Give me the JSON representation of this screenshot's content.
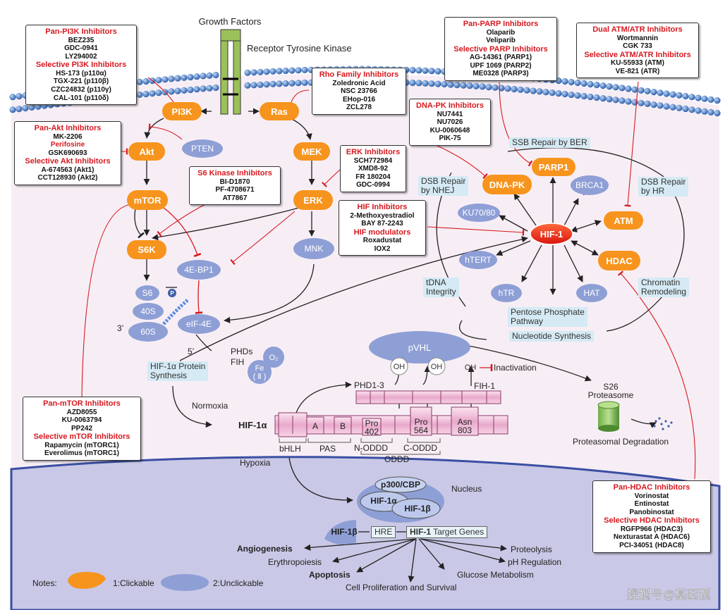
{
  "top": {
    "growth_factors": "Growth Factors",
    "receptor": "Receptor Tyrosine Kinase"
  },
  "nodes": {
    "pi3k": "PI3K",
    "ras": "Ras",
    "akt": "Akt",
    "mek": "MEK",
    "mtor": "mTOR",
    "erk": "ERK",
    "s6k": "S6K",
    "pten": "PTEN",
    "ebp": "4E-BP1",
    "mnk": "MNK",
    "s6": "S6",
    "p": "P",
    "s40": "40S",
    "s60": "60S",
    "eif4e": "eIF-4E",
    "dnapk": "DNA-PK",
    "parp1": "PARP1",
    "brca1": "BRCA1",
    "ku": "KU70/80",
    "hif1": "HIF-1",
    "atm": "ATM",
    "hdac": "HDAC",
    "htert": "hTERT",
    "htr": "hTR",
    "hat": "HAT",
    "pvhl": "pVHL",
    "oh": "OH",
    "o2": "O₂",
    "fe": "Fe\n( Ⅱ )",
    "p300": "p300/CBP",
    "hif1a": "HIF-1α",
    "hif1b": "HIF-1β"
  },
  "labels": {
    "ssb": "SSB Repair by BER",
    "dsb_nhej": "DSB Repair\nby NHEJ",
    "dsb_hr": "DSB Repair\nby HR",
    "tdna": "tDNA\nIntegrity",
    "chromatin": "Chromatin\nRemodeling",
    "pentose": "Pentose Phosphate\nPathway",
    "nucleotide": "Nucleotide Synthesis",
    "hif_protein": "HIF-1α Protein\nSynthesis",
    "hre": "HRE",
    "target_bold": "HIF-1",
    "target_rest": " Target Genes"
  },
  "text": {
    "three": "3’",
    "five": "5’",
    "phds": "PHDs\nFIH",
    "normoxia": "Normoxia",
    "hypoxia": "Hypoxia",
    "hif1a_main": "HIF-1α",
    "phd13": "PHD1-3",
    "fih1": "FIH-1",
    "inactivation": "Inactivation",
    "s26": "S26\nProteasome",
    "proteasomal": "Proteasomal Degradation",
    "nucleus": "Nucleus",
    "bhlh": "bHLH",
    "pas": "PAS",
    "noddd": "N-ODDD",
    "coddd": "C-ODDD",
    "oddd": "ODDD",
    "dom_a": "A",
    "dom_b": "B",
    "pro402": "Pro\n402",
    "pro564": "Pro\n564",
    "asn803": "Asn\n803",
    "angiogenesis": "Angiogenesis",
    "erythropoiesis": "Erythropoiesis",
    "apoptosis": "Apoptosis",
    "cell_prolif": "Cell Proliferation and Survival",
    "glucose": "Glucose Metabolism",
    "ph": "pH Regulation",
    "proteolysis": "Proteolysis",
    "notes": "Notes:",
    "clickable": "1:Clickable",
    "unclickable": "2:Unclickable",
    "watermark": "搜狐号@基因狐"
  },
  "inhibitors": {
    "pi3k": {
      "title": "Pan-PI3K Inhibitors",
      "items": [
        "BEZ235",
        "GDC-0941",
        "LY294002"
      ],
      "title2": "Selective PI3K Inhibitors",
      "items2": [
        "HS-173 (p110α)",
        "TGX-221 (p110β)",
        "CZC24832 (p110γ)",
        "CAL-101 (p110δ)"
      ]
    },
    "rho": {
      "title": "Rho Family Inhibitors",
      "items": [
        "Zoledronic Acid",
        "NSC 23766",
        "EHop-016",
        "ZCL278"
      ]
    },
    "akt": {
      "title": "Pan-Akt Inhibitors",
      "items": [
        "MK-2206"
      ],
      "red_item": "Perifosine",
      "items_b": [
        "GSK690693"
      ],
      "title2": "Selective Akt Inhibitors",
      "items2": [
        "A-674563 (Akt1)",
        "CCT128930 (Akt2)"
      ]
    },
    "s6k": {
      "title": "S6 Kinase Inhibitors",
      "items": [
        "BI-D1870",
        "PF-4708671",
        "AT7867"
      ]
    },
    "erk": {
      "title": "ERK Inhibitors",
      "items": [
        "SCH772984",
        "XMD8-92",
        "FR 180204",
        "GDC-0994"
      ]
    },
    "hif": {
      "title": "HIF Inhibitors",
      "items": [
        "2-Methoxyestradiol",
        "BAY 87-2243"
      ],
      "title2": "HIF modulators",
      "items2": [
        "Roxadustat",
        "IOX2"
      ]
    },
    "dnapk": {
      "title": "DNA-PK Inhibitors",
      "items": [
        "NU7441",
        "NU7026",
        "KU-0060648",
        "PIK-75"
      ]
    },
    "parp": {
      "title": "Pan-PARP Inhibitors",
      "items": [
        "Olaparib",
        "Veliparib"
      ],
      "title2": "Selective PARP Inhibitors",
      "items2": [
        "AG-14361 (PARP1)",
        "UPF 1069 (PARP2)",
        "ME0328 (PARP3)"
      ]
    },
    "atm": {
      "title": "Dual ATM/ATR Inhibitors",
      "items": [
        "Wortmannin",
        "CGK 733"
      ],
      "title2": "Selective ATM/ATR Inhibitors",
      "items2": [
        "KU-55933 (ATM)",
        "VE-821 (ATR)"
      ]
    },
    "mtor": {
      "title": "Pan-mTOR Inhibitors",
      "items": [
        "AZD8055",
        "KU-0063794",
        "PP242"
      ],
      "title2": "Selective mTOR Inhibitors",
      "items2": [
        "Rapamycin (mTORC1)",
        "Everolimus (mTORC1)"
      ]
    },
    "hdac": {
      "title": "Pan-HDAC Inhibitors",
      "items": [
        "Vorinostat",
        "Entinostat",
        "Panobinostat"
      ],
      "title2": "Selective HDAC Inhibitors",
      "items2": [
        "RGFP966 (HDAC3)",
        "Nexturastat A (HDAC6)",
        "PCI-34051 (HDAC8)"
      ]
    }
  },
  "colors": {
    "orange": "#f7941d",
    "blue_oval": "#8e9fd6",
    "red": "#d71920",
    "membrane": "#3f6fb5",
    "pink": "#f2c4dc",
    "nucleus": "#c9c8e6",
    "cytoplasm": "#f7eef5",
    "label_bg": "#d5eaf4"
  }
}
